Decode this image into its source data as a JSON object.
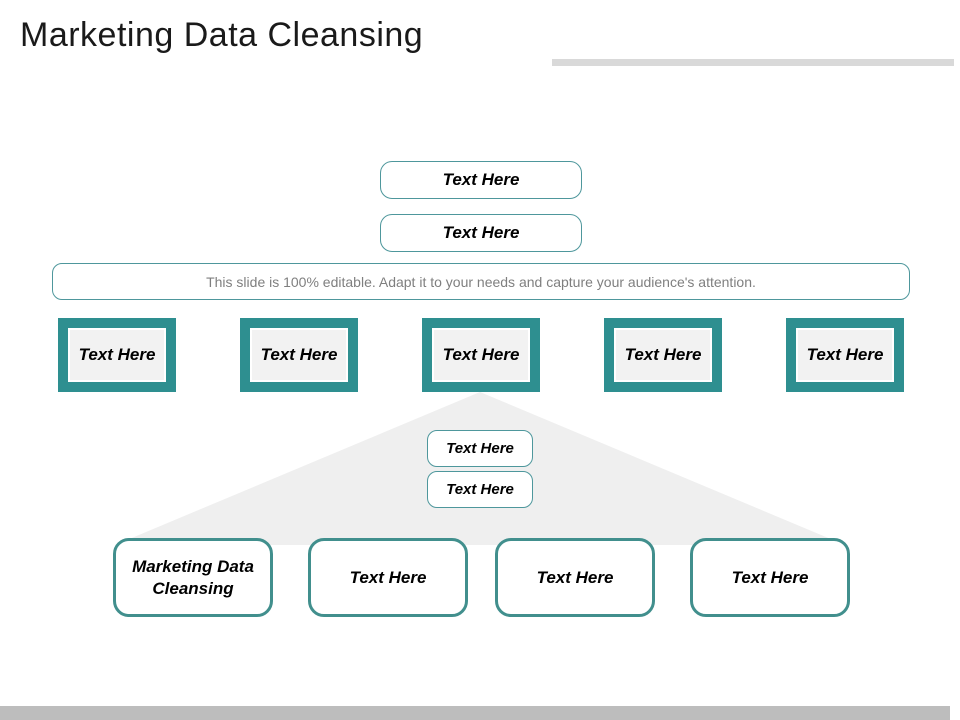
{
  "title": "Marketing Data Cleansing",
  "colors": {
    "teal": "#2E8F90",
    "teal_border": "#418F8D",
    "thin_border": "#4E979C",
    "inner_gray": "#F2F2F2",
    "triangle_gray": "#EFEFEF",
    "line_gray": "#D9D9D9",
    "bar_gray": "#BDBDBD",
    "banner_text": "#7F7F7F",
    "text_black": "#1A1A1A"
  },
  "top_buttons": [
    {
      "label": "Text Here"
    },
    {
      "label": "Text Here"
    }
  ],
  "banner": {
    "text": "This slide is 100% editable.  Adapt it to your needs and capture your audience's attention."
  },
  "teal_boxes": [
    {
      "label": "Text Here"
    },
    {
      "label": "Text Here"
    },
    {
      "label": "Text Here"
    },
    {
      "label": "Text Here"
    },
    {
      "label": "Text Here"
    }
  ],
  "pyramid_buttons": [
    {
      "label": "Text Here"
    },
    {
      "label": "Text Here"
    }
  ],
  "bottom_boxes": [
    {
      "label": "Marketing Data Cleansing"
    },
    {
      "label": "Text Here"
    },
    {
      "label": "Text Here"
    },
    {
      "label": "Text Here"
    }
  ]
}
